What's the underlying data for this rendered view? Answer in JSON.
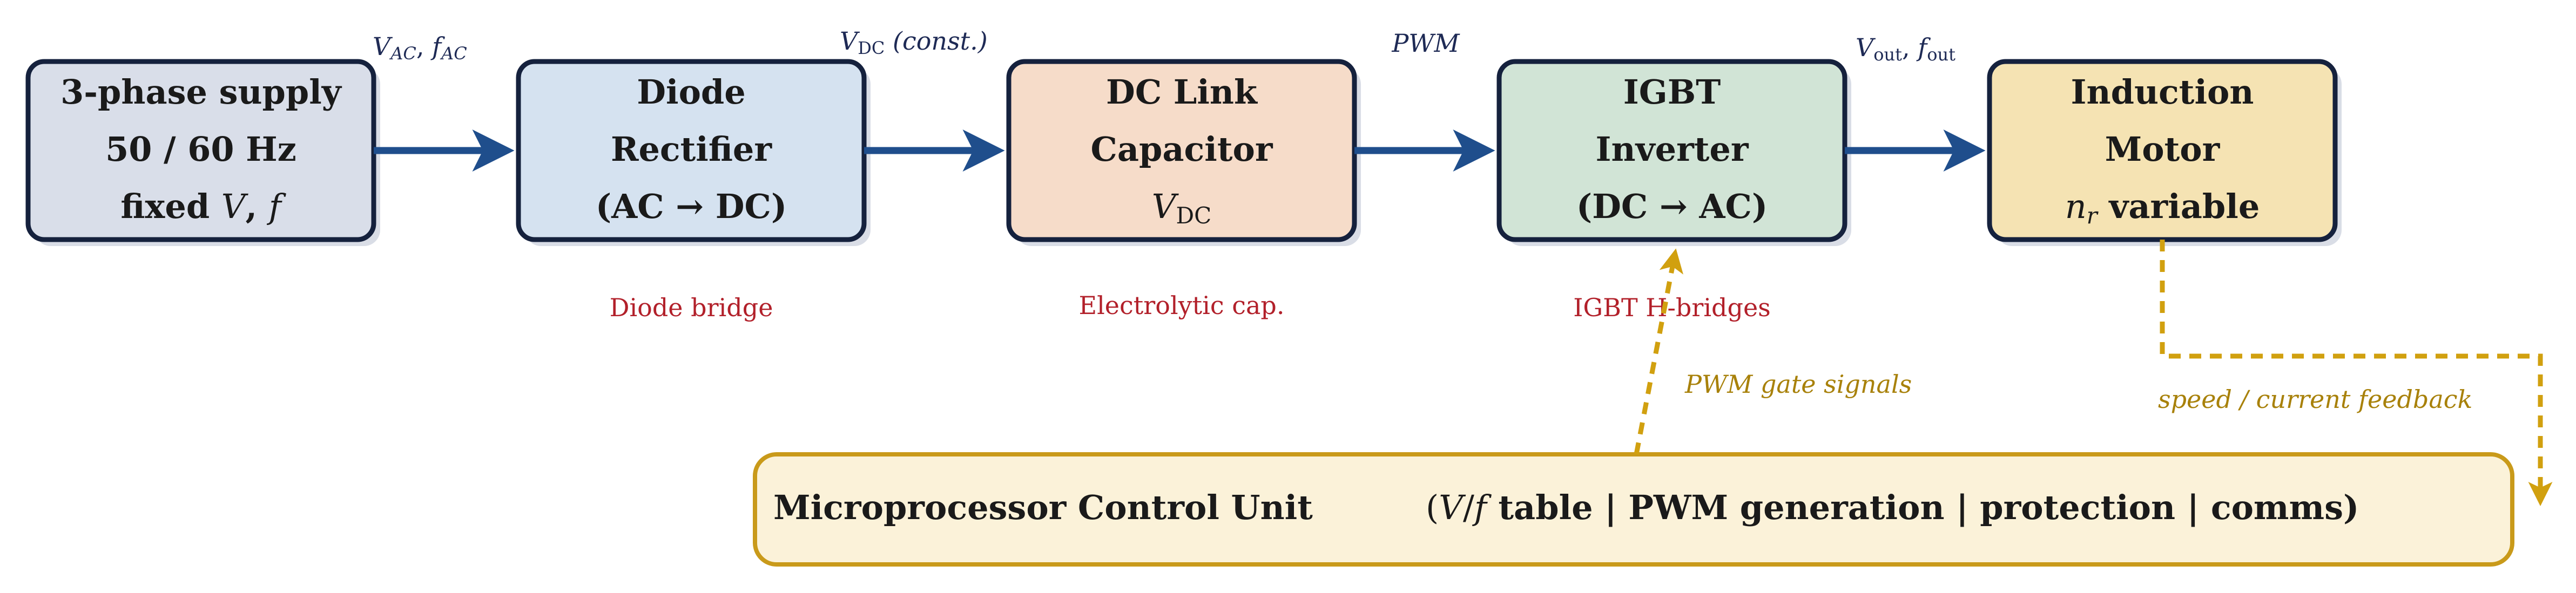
{
  "colors": {
    "border": "#15213d",
    "arrow_blue": "#1f4e8c",
    "arrow_gold": "#d1a00f",
    "component_red": "#b2202a",
    "supply_fill": "#d9dee9",
    "rectifier_fill": "#d5e2f0",
    "capacitor_fill": "#f6dcc9",
    "inverter_fill": "#d1e4d6",
    "motor_fill": "#f5e3b3",
    "control_fill": "#fbf2d9",
    "control_border": "#c99a1a"
  },
  "blocks": {
    "supply": {
      "line1": "3-phase supply",
      "line2": "50 / 60 Hz",
      "line3_text": "fixed ",
      "line3_var1": "V",
      "line3_sep": ", ",
      "line3_var2": "f"
    },
    "rectifier": {
      "line1": "Diode",
      "line2": "Rectifier",
      "line3": "(AC → DC)"
    },
    "capacitor": {
      "line1": "DC Link",
      "line2": "Capacitor",
      "line3": "V",
      "line3_sub": "DC"
    },
    "inverter": {
      "line1": "IGBT",
      "line2": "Inverter",
      "line3": "(DC → AC)"
    },
    "motor": {
      "line1": "Induction",
      "line2": "Motor",
      "line3_var": "n",
      "line3_sub": "r",
      "line3_text": " variable"
    }
  },
  "signals": {
    "supply_to_rectifier": {
      "v": "V",
      "v_sub": "AC",
      "sep": ", ",
      "f": "f",
      "f_sub": "AC"
    },
    "rectifier_to_capacitor": {
      "v": "V",
      "v_sub": "DC",
      "rest": " (const.)"
    },
    "capacitor_to_inverter": {
      "label": "PWM"
    },
    "inverter_to_motor": {
      "v": "V",
      "v_sub": "out",
      "sep": ", ",
      "f": "f",
      "f_sub": "out"
    }
  },
  "components": {
    "rectifier": "Diode bridge",
    "capacitor": "Electrolytic cap.",
    "inverter": "IGBT H-bridges"
  },
  "control": {
    "title": "Microprocessor Control Unit",
    "open": "(",
    "vf_v": "V",
    "vf_rest": "/",
    "vf_f": "f",
    "details": " table | PWM generation | protection | comms)",
    "gate_label": "PWM gate signals",
    "feedback_label": "speed / current feedback"
  }
}
